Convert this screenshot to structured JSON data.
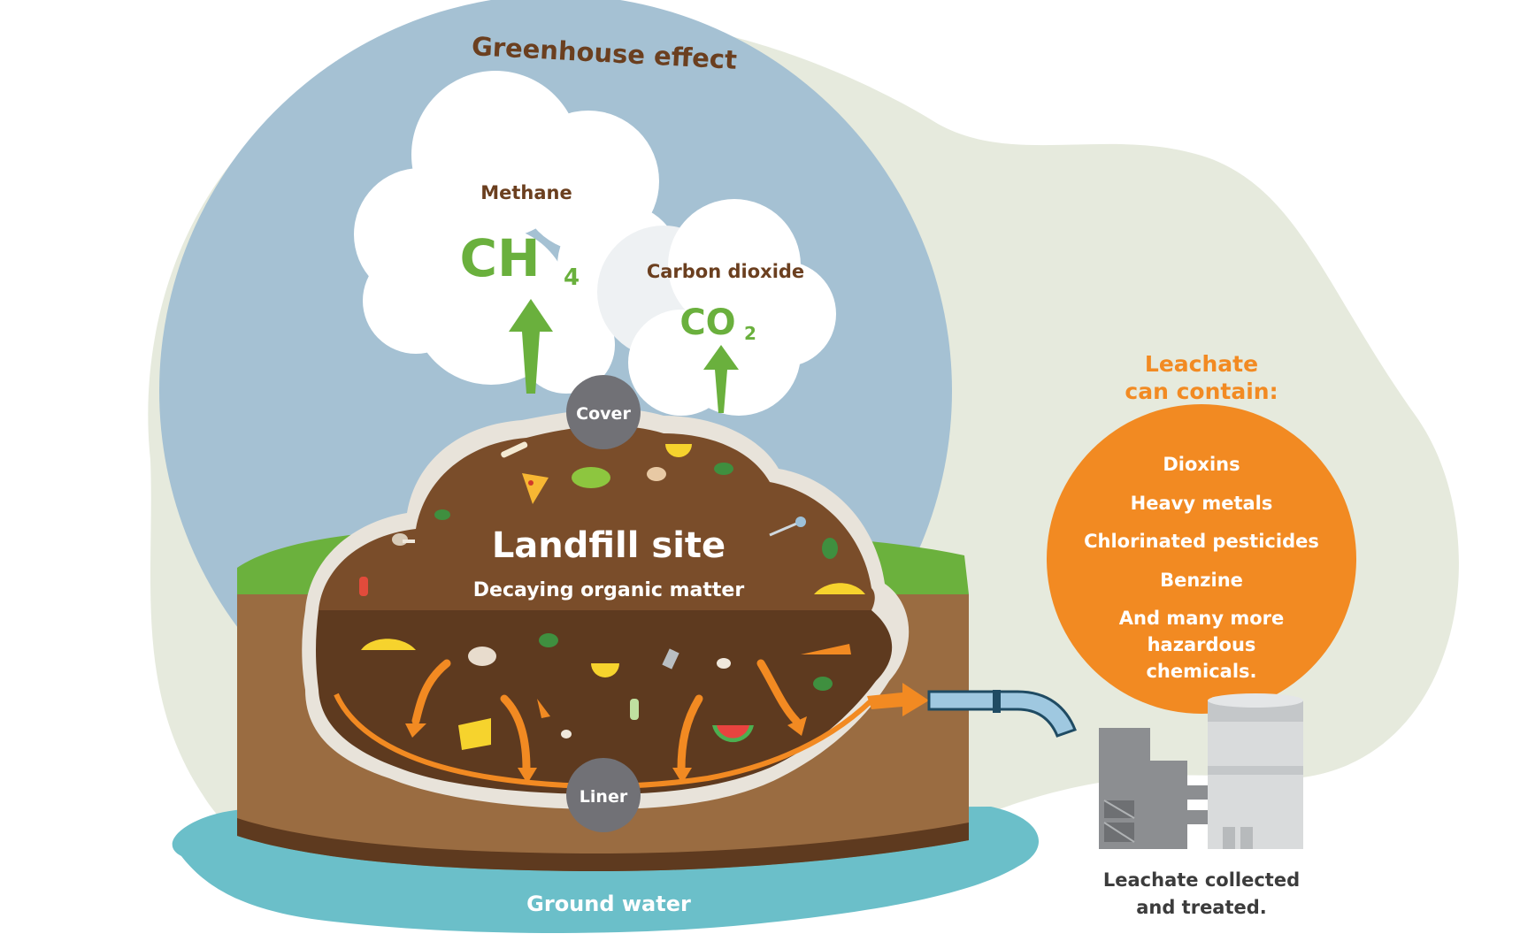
{
  "title": "Greenhouse effect",
  "gases": {
    "methane": {
      "name": "Methane",
      "formula": "CH",
      "subscript": "4"
    },
    "carbon_dioxide": {
      "name": "Carbon dioxide",
      "formula": "CO",
      "subscript": "2"
    }
  },
  "landfill": {
    "title": "Landfill site",
    "subtitle": "Decaying organic matter",
    "cover_label": "Cover",
    "liner_label": "Liner"
  },
  "ground_water_label": "Ground water",
  "leachate": {
    "heading_line1": "Leachate",
    "heading_line2": "can contain:",
    "items": [
      "Dioxins",
      "Heavy metals",
      "Chlorinated pesticides",
      "Benzine"
    ],
    "more_line1": "And many more",
    "more_line2": "hazardous",
    "more_line3": "chemicals.",
    "collected_line1": "Leachate collected",
    "collected_line2": "and treated."
  },
  "colors": {
    "sky": "#a5c1d3",
    "backdrop": "#e6eadd",
    "soil_top": "#7a4d2a",
    "soil_dark": "#5e3a1f",
    "earth": "#9a6c41",
    "grass": "#6bb13d",
    "water": "#6bbfc9",
    "orange": "#f28a22",
    "gas_green": "#6ab03d",
    "label_gray": "#717176"
  },
  "icons": [
    "bone-icon",
    "pizza-icon",
    "lettuce-icon",
    "lemon-icon",
    "apple-core-icon",
    "banana-peel-icon",
    "fish-bone-icon",
    "mushroom-icon",
    "leaf-icon",
    "carrot-icon",
    "cheese-icon",
    "watermelon-icon",
    "eggshell-icon",
    "battery-icon"
  ]
}
